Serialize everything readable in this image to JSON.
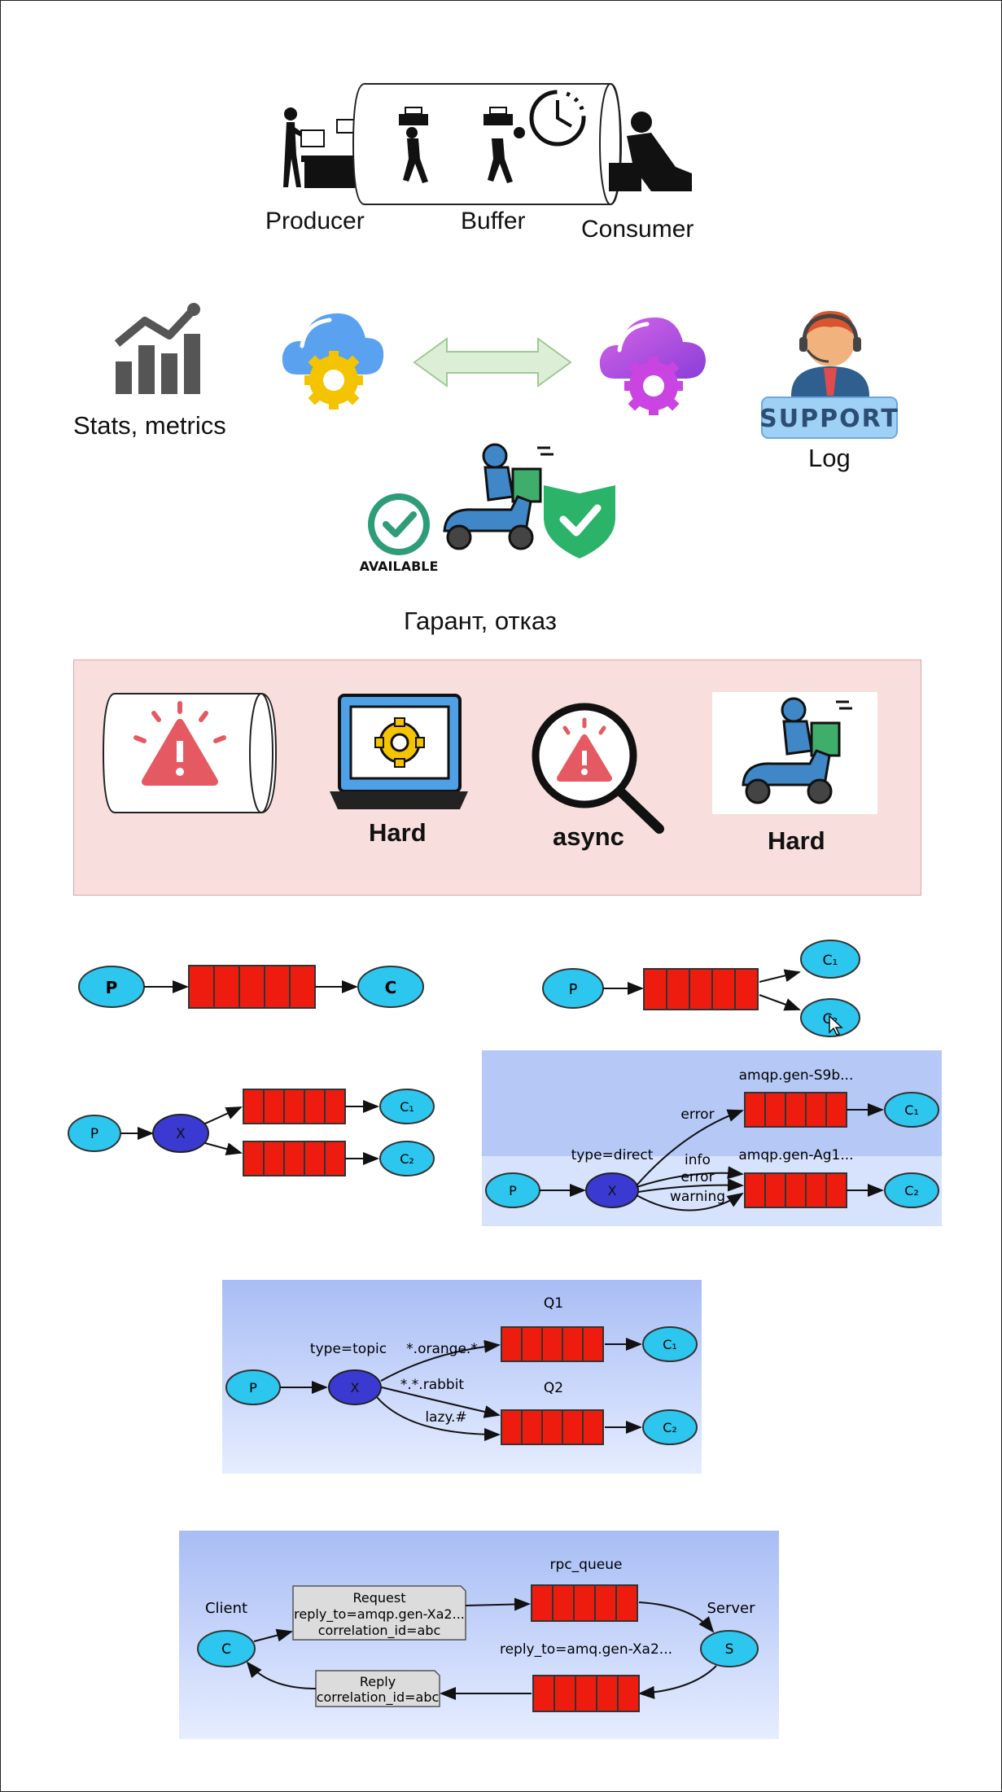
{
  "top": {
    "producer": "Producer",
    "buffer": "Buffer",
    "consumer": "Consumer"
  },
  "middle": {
    "stats": "Stats, metrics",
    "support_badge": "SUPPORT",
    "log": "Log",
    "available": "AVAILABLE",
    "guarantee": "Гарант, отказ"
  },
  "problems": {
    "hard1": "Hard",
    "async": "async",
    "hard2": "Hard"
  },
  "simple_queue": {
    "producer": "P",
    "consumer": "C"
  },
  "work_queue": {
    "producer": "P",
    "c1": "C₁",
    "c2": "C₂"
  },
  "fanout": {
    "producer": "P",
    "exchange": "X",
    "c1": "C₁",
    "c2": "C₂"
  },
  "direct": {
    "producer": "P",
    "exchange": "X",
    "exchange_type": "type=direct",
    "queue1": "amqp.gen-S9b...",
    "queue2": "amqp.gen-Ag1...",
    "key1": "error",
    "key2": "info",
    "key3": "error",
    "key4": "warning",
    "c1": "C₁",
    "c2": "C₂"
  },
  "topic": {
    "producer": "P",
    "exchange": "X",
    "exchange_type": "type=topic",
    "q1": "Q1",
    "q2": "Q2",
    "key1": "*.orange.*",
    "key2": "*.*.rabbit",
    "key3": "lazy.#",
    "c1": "C₁",
    "c2": "C₂"
  },
  "rpc": {
    "client_title": "Client",
    "client": "C",
    "server_title": "Server",
    "server": "S",
    "rpc_queue": "rpc_queue",
    "reply_queue": "reply_to=amq.gen-Xa2...",
    "request_title": "Request",
    "request_line1": "reply_to=amqp.gen-Xa2...",
    "request_line2": "correlation_id=abc",
    "reply_title": "Reply",
    "reply_line1": "correlation_id=abc"
  },
  "colors": {
    "queue": "#ee1c0e",
    "node": "#2cc6ee",
    "exchange": "#3a3ad2",
    "panel": "#a9bff5",
    "pink": "#f8dedd"
  }
}
